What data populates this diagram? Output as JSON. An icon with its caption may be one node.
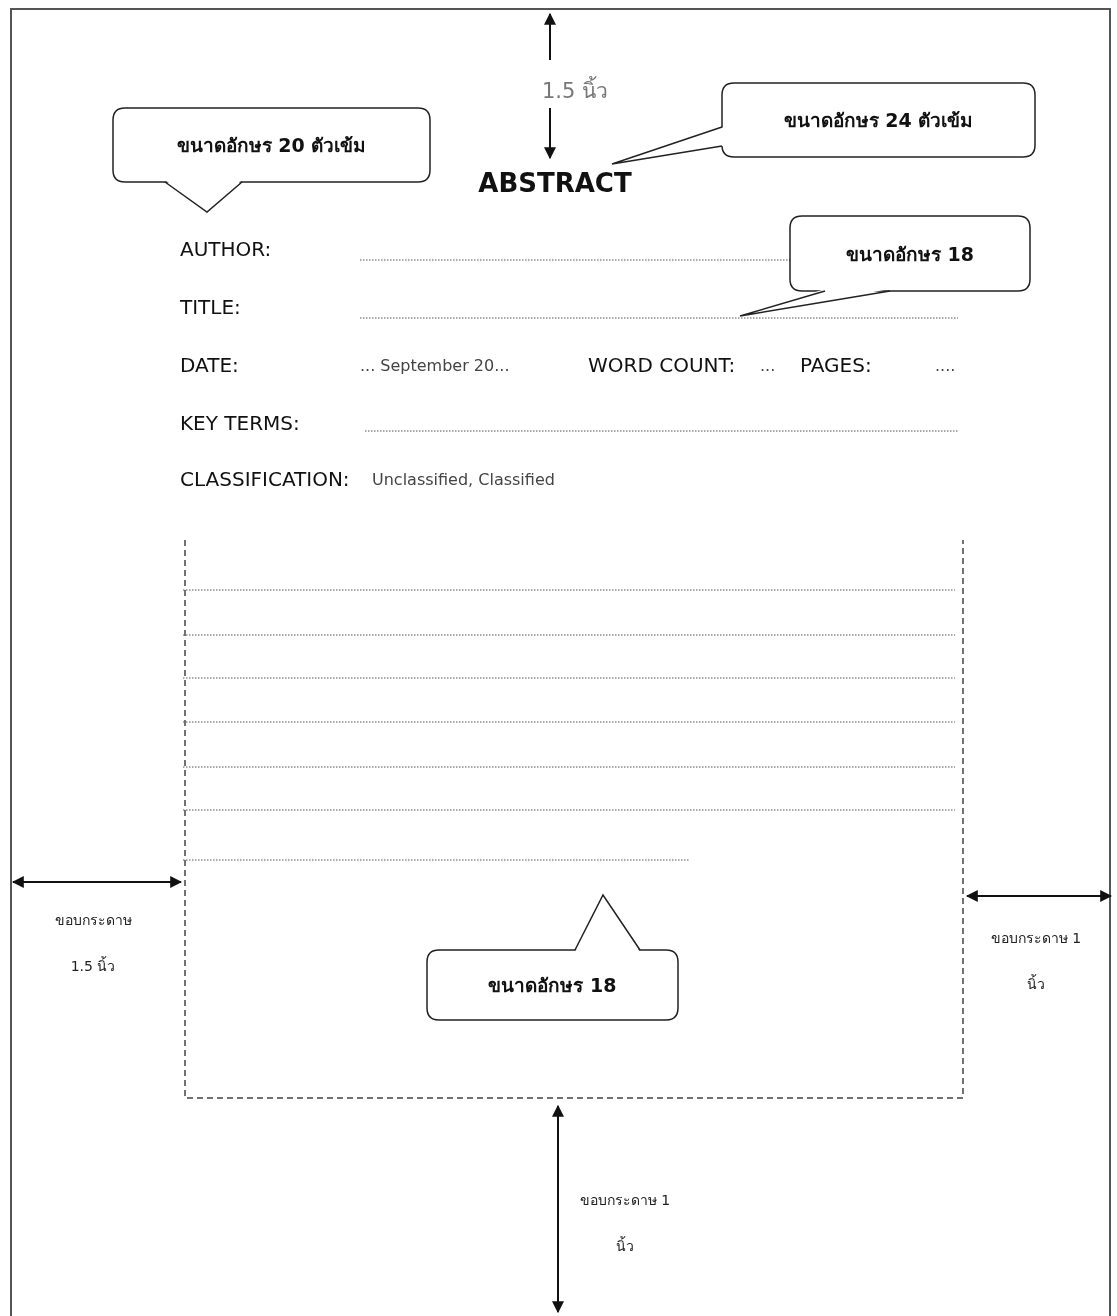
{
  "diagram": {
    "nodes": [
      {
        "text": [
          "ขนาดอักษร 20 ตัวเข้ม"
        ]
      },
      {
        "text": [
          "ขนาดอักษร 24 ตัวเข้ม"
        ]
      },
      {
        "text": [
          "ขนาดอักษร 18"
        ]
      },
      {
        "text": [
          "ขนาดอักษร 18"
        ]
      }
    ],
    "labels": [
      "1.5 นิ้ว",
      "ABSTRACT",
      "AUTHOR:",
      "TITLE:",
      "DATE:",
      "... September 20...",
      "WORD COUNT:",
      "...",
      "PAGES:",
      "....",
      "KEY TERMS:",
      "CLASSIFICATION:",
      "Unclassified, Classified",
      "ขอบกระดาษ 1.5 นิ้ว",
      "ขอบกระดาษ 1 นิ้ว",
      "ขอบกระดาษ 1 นิ้ว"
    ]
  }
}
